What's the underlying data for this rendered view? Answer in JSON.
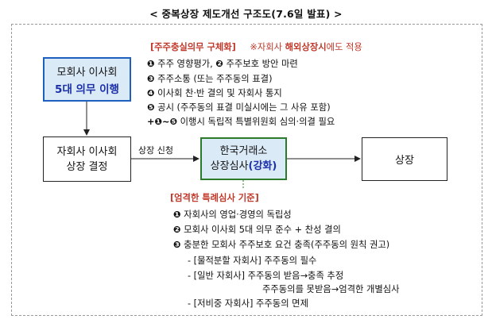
{
  "title": "< 중복상장 제도개선 구조도(7.6일 발표) >",
  "parent_box": {
    "line1": "모회사 이사회",
    "line2": "5대 의무 이행"
  },
  "subsidiary_box": {
    "line1": "자회사 이사회",
    "line2": "상장 결정"
  },
  "krx_box": {
    "line1": "한국거래소",
    "line2_prefix": "상장심사",
    "line2_highlight": "(강화)"
  },
  "listing_box": {
    "label": "상장"
  },
  "arrow_label": "상장 신청",
  "duties": {
    "title": "[주주충실의무 구체화]",
    "note_prefix": "※자회사 ",
    "note_bold": "해외상장시",
    "note_suffix": "에도 적용",
    "items": [
      {
        "num": "❶",
        "text": "주주 영향평가,",
        "num2": "❷",
        "text2": "주주보호 방안 마련"
      },
      {
        "num": "❸",
        "text": "주주소통 (또는 주주동의 표결)"
      },
      {
        "num": "❹",
        "text": "이사회 찬·반 결의 및 자회사 통지"
      },
      {
        "num": "❺",
        "text": "공시 (주주동의 표결 미실시에는 그 사유 포함)"
      },
      {
        "num": "+❶~❺",
        "text": "이행시 독립적 특별위원회 심의·의결 필요"
      }
    ]
  },
  "review": {
    "title": "[엄격한 특례심사 기준]",
    "items": [
      {
        "num": "❶",
        "text": "자회사의 영업·경영의 독립성"
      },
      {
        "num": "❷",
        "text": "모회사 이사회 5대 의무 준수 + 찬성 결의"
      },
      {
        "num": "❸",
        "text": "충분한 모회사 주주보호 요건 충족(주주동의 원칙 권고)"
      }
    ],
    "sub_items": [
      "- [물적분할 자회사] 주주동의 필수",
      "- [일반 자회사] 주주동의 받음→충족 추정",
      "주주동의를 못받음→엄격한 개별심사",
      "- [저비중 자회사] 주주동의 면제"
    ]
  },
  "colors": {
    "accent_red": "#c0392b",
    "accent_blue": "#1b2fa8",
    "box_fill": "#dbeaf7"
  }
}
